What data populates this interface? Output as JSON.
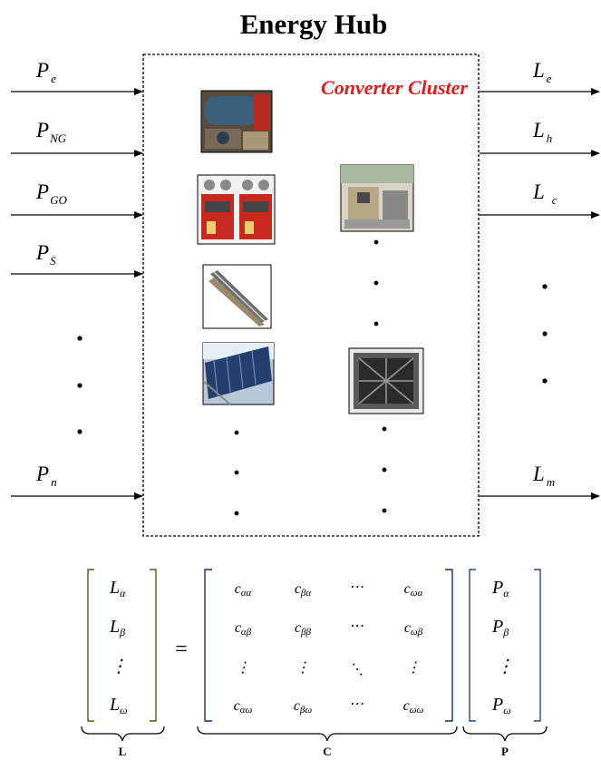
{
  "title": "Energy Hub",
  "cluster_label": "Converter Cluster",
  "colors": {
    "cluster_label": "#e31b1b",
    "matrix_L_bracket": "#6b4d1e",
    "matrix_C_bracket": "#1b2e66",
    "matrix_P_bracket": "#1f4e8c"
  },
  "inputs": [
    {
      "main": "P",
      "sub": "e"
    },
    {
      "main": "P",
      "sub": "NG"
    },
    {
      "main": "P",
      "sub": "GO"
    },
    {
      "main": "P",
      "sub": "S"
    },
    {
      "main": "P",
      "sub": "n"
    }
  ],
  "outputs": [
    {
      "main": "L",
      "sub": "e"
    },
    {
      "main": "L",
      "sub": "h"
    },
    {
      "main": "L",
      "sub": "c"
    },
    {
      "main": "L",
      "sub": "m"
    }
  ],
  "converter_images": [
    {
      "icon": "boiler-photo"
    },
    {
      "icon": "heater-units-photo"
    },
    {
      "icon": "solar-tube-photo"
    },
    {
      "icon": "solar-collector-photo"
    },
    {
      "icon": "chp-unit-photo"
    },
    {
      "icon": "exhaust-fan-photo"
    }
  ],
  "equation": {
    "equals": "=",
    "L_vector": [
      {
        "main": "L",
        "sub": "α"
      },
      {
        "main": "L",
        "sub": "β"
      },
      {
        "main": "⋮",
        "sub": ""
      },
      {
        "main": "L",
        "sub": "ω"
      }
    ],
    "C_matrix": [
      [
        {
          "main": "c",
          "sub": "αα"
        },
        {
          "main": "c",
          "sub": "βα"
        },
        {
          "main": "⋯",
          "sub": ""
        },
        {
          "main": "c",
          "sub": "ωα"
        }
      ],
      [
        {
          "main": "c",
          "sub": "αβ"
        },
        {
          "main": "c",
          "sub": "ββ"
        },
        {
          "main": "⋯",
          "sub": ""
        },
        {
          "main": "c",
          "sub": "ωβ"
        }
      ],
      [
        {
          "main": "⋮",
          "sub": ""
        },
        {
          "main": "⋮",
          "sub": ""
        },
        {
          "main": "⋱",
          "sub": ""
        },
        {
          "main": "⋮",
          "sub": ""
        }
      ],
      [
        {
          "main": "c",
          "sub": "αω"
        },
        {
          "main": "c",
          "sub": "βω"
        },
        {
          "main": "⋯",
          "sub": ""
        },
        {
          "main": "c",
          "sub": "ωω"
        }
      ]
    ],
    "P_vector": [
      {
        "main": "P",
        "sub": "α"
      },
      {
        "main": "P",
        "sub": "β"
      },
      {
        "main": "⋮",
        "sub": ""
      },
      {
        "main": "P",
        "sub": "ω"
      }
    ],
    "brace_labels": {
      "L": "L",
      "C": "C",
      "P": "P"
    }
  }
}
